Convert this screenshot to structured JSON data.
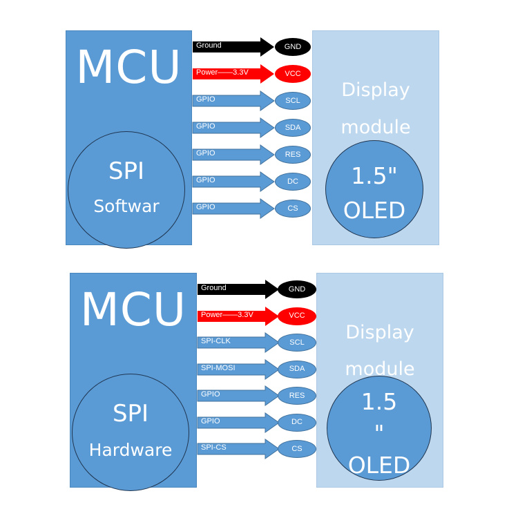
{
  "colors": {
    "mcu_fill": "#5b9bd5",
    "display_fill": "#bdd7ee",
    "ground_arrow": "#000000",
    "power_arrow": "#ff0000",
    "signal_arrow": "#5b9bd5",
    "pin_fill": "#5b9bd5"
  },
  "diagrams": [
    {
      "mcu": {
        "title": "MCU",
        "spi_line1": "SPI",
        "spi_line2": "Softwar"
      },
      "display": {
        "line1": "Display",
        "line2": "module",
        "oled_line1": "1.5\"",
        "oled_line2": "OLED"
      },
      "signals": [
        {
          "label": "Ground",
          "pin": "GND",
          "kind": "ground"
        },
        {
          "label": "Power——3.3V",
          "pin": "VCC",
          "kind": "power"
        },
        {
          "label": "GPIO",
          "pin": "SCL",
          "kind": "signal"
        },
        {
          "label": "GPIO",
          "pin": "SDA",
          "kind": "signal"
        },
        {
          "label": "GPIO",
          "pin": "RES",
          "kind": "signal"
        },
        {
          "label": "GPIO",
          "pin": "DC",
          "kind": "signal"
        },
        {
          "label": "GPIO",
          "pin": "CS",
          "kind": "signal"
        }
      ]
    },
    {
      "mcu": {
        "title": "MCU",
        "spi_line1": "SPI",
        "spi_line2": "Hardware"
      },
      "display": {
        "line1": "Display",
        "line2": "module",
        "oled_line1": "1.5",
        "oled_line2": "\"",
        "oled_line3": "OLED"
      },
      "signals": [
        {
          "label": "Ground",
          "pin": "GND",
          "kind": "ground"
        },
        {
          "label": "Power——3.3V",
          "pin": "VCC",
          "kind": "power"
        },
        {
          "label": "SPI-CLK",
          "pin": "SCL",
          "kind": "signal"
        },
        {
          "label": "SPI-MOSI",
          "pin": "SDA",
          "kind": "signal"
        },
        {
          "label": "GPIO",
          "pin": "RES",
          "kind": "signal"
        },
        {
          "label": "GPIO",
          "pin": "DC",
          "kind": "signal"
        },
        {
          "label": "SPI-CS",
          "pin": "CS",
          "kind": "signal"
        }
      ]
    }
  ]
}
